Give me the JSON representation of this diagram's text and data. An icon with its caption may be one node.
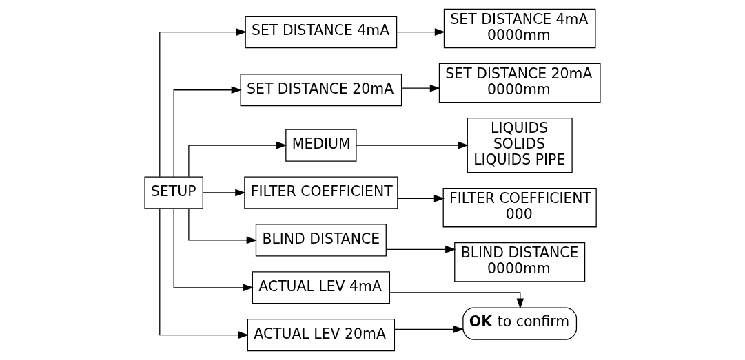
{
  "diagram": {
    "nodes": [
      {
        "text": [
          "SETUP"
        ]
      },
      {
        "text": [
          "SET DISTANCE 4mA"
        ]
      },
      {
        "text": [
          "SET DISTANCE 20mA"
        ]
      },
      {
        "text": [
          "MEDIUM"
        ]
      },
      {
        "text": [
          "FILTER COEFFICIENT"
        ]
      },
      {
        "text": [
          "BLIND DISTANCE"
        ]
      },
      {
        "text": [
          "ACTUAL LEV 4mA"
        ]
      },
      {
        "text": [
          "ACTUAL LEV 20mA"
        ]
      },
      {
        "text": [
          "SET DISTANCE 4mA",
          "0000mm"
        ]
      },
      {
        "text": [
          "SET DISTANCE 20mA",
          "0000mm"
        ]
      },
      {
        "text": [
          "LIQUIDS",
          "SOLIDS",
          "LIQUIDS PIPE"
        ]
      },
      {
        "text": [
          "FILTER COEFFICIENT",
          "000"
        ]
      },
      {
        "text": [
          "BLIND DISTANCE",
          "0000mm"
        ]
      },
      {
        "text": [
          "**OK** to confirm"
        ]
      }
    ],
    "edges": [
      {
        "from": 0,
        "to": 1,
        "arrow": "to"
      },
      {
        "from": 0,
        "to": 2,
        "arrow": "to"
      },
      {
        "from": 0,
        "to": 3,
        "arrow": "to"
      },
      {
        "from": 0,
        "to": 4,
        "arrow": "to"
      },
      {
        "from": 0,
        "to": 5,
        "arrow": "to"
      },
      {
        "from": 0,
        "to": 6,
        "arrow": "to"
      },
      {
        "from": 0,
        "to": 7,
        "arrow": "to"
      },
      {
        "from": 1,
        "to": 8,
        "arrow": "to"
      },
      {
        "from": 2,
        "to": 9,
        "arrow": "to"
      },
      {
        "from": 3,
        "to": 10,
        "arrow": "to"
      },
      {
        "from": 4,
        "to": 11,
        "arrow": "to"
      },
      {
        "from": 5,
        "to": 12,
        "arrow": "to"
      },
      {
        "from": 6,
        "to": 13,
        "arrow": "to"
      },
      {
        "from": 7,
        "to": 13,
        "arrow": "to"
      }
    ]
  }
}
